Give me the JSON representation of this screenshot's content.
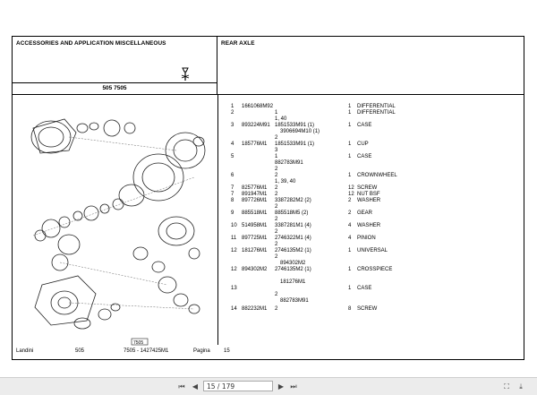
{
  "header": {
    "left_title": "ACCESSORIES AND APPLICATION MISCELLANEOUS",
    "right_title": "REAR AXLE",
    "model": "505 7505"
  },
  "footer": {
    "brand": "Landini",
    "model": "505",
    "code": "7505 - 1427425M1",
    "page_label": "Pagina",
    "page_number": "15"
  },
  "parts": [
    {
      "num": "1",
      "code": "1661068M92",
      "qty": "1",
      "desc": "DIFFERENTIAL"
    },
    {
      "num": "2",
      "code": "",
      "qty": "1",
      "desc": "DIFFERENTIAL"
    },
    {
      "num": "",
      "code": "1, 40",
      "qty": "",
      "desc": ""
    },
    {
      "num": "3",
      "code": "893224M91",
      "qty": "1",
      "desc": "CASE"
    },
    {
      "num": "",
      "code": "3906694M10  (1)",
      "qty": "",
      "desc": ""
    },
    {
      "num": "",
      "code": "2",
      "qty": "",
      "desc": ""
    },
    {
      "num": "4",
      "code": "185776M1",
      "qty": "1",
      "desc": "CUP"
    },
    {
      "num": "",
      "code": "3",
      "qty": "",
      "desc": ""
    },
    {
      "num": "5",
      "code": "",
      "qty": "1",
      "desc": "CASE"
    },
    {
      "num": "",
      "code": "882783M91",
      "qty": "",
      "desc": ""
    },
    {
      "num": "",
      "code": "2",
      "qty": "",
      "desc": ""
    },
    {
      "num": "6",
      "code": "",
      "qty": "1",
      "desc": "CROWNWHEEL"
    },
    {
      "num": "",
      "code": "1, 39, 40",
      "qty": "",
      "desc": ""
    },
    {
      "num": "7",
      "code": "825776M1",
      "qty": "12",
      "desc": "SCREW"
    },
    {
      "num": "7",
      "code": "891947M1",
      "qty": "12",
      "desc": "NUT BSF"
    },
    {
      "num": "8",
      "code": "897726M1",
      "qty": "2",
      "desc": "WASHER"
    },
    {
      "num": "9",
      "code": "885518M1",
      "qty": "2",
      "desc": "GEAR"
    },
    {
      "num": "10",
      "code": "514958M1",
      "qty": "4",
      "desc": "WASHER"
    },
    {
      "num": "11",
      "code": "897725M1",
      "qty": "4",
      "desc": "PINION"
    },
    {
      "num": "12",
      "code": "181276M1",
      "qty": "1",
      "desc": "UNIVERSAL"
    },
    {
      "num": "",
      "code": "894302M2",
      "qty": "",
      "desc": ""
    },
    {
      "num": "12",
      "code": "894302M2",
      "qty": "1",
      "desc": "CROSSPIECE"
    },
    {
      "num": "",
      "code": "181276M1",
      "qty": "",
      "desc": ""
    },
    {
      "num": "13",
      "code": "",
      "qty": "1",
      "desc": "CASE"
    },
    {
      "num": "",
      "code": "882783M91",
      "qty": "",
      "desc": ""
    },
    {
      "num": "14",
      "code": "882232M1",
      "qty": "8",
      "desc": "SCREW"
    }
  ],
  "subcodes": {
    "s1": "1",
    "s2": "1851533M91  (1)",
    "s3": "1851533M91  (1)",
    "s4": "1",
    "s5": "2",
    "s6": "3387282M2  (2)",
    "s7": "885518M5   (2)",
    "s8": "3387281M1  (4)",
    "s9": "2746322M1  (4)",
    "s10": "2746135M2  (1)",
    "s11": "2746135M2  (1)",
    "s12": "2",
    "s13": "2",
    "s14": "2",
    "s15": "2",
    "s16": "2",
    "s17": "2",
    "s18": "2",
    "s19": "2",
    "s20": "2"
  },
  "diagram": {
    "callout": "7505"
  },
  "toolbar": {
    "page_value": "15 / 179",
    "colors": {
      "background": "#ececec",
      "text": "#333333"
    }
  }
}
